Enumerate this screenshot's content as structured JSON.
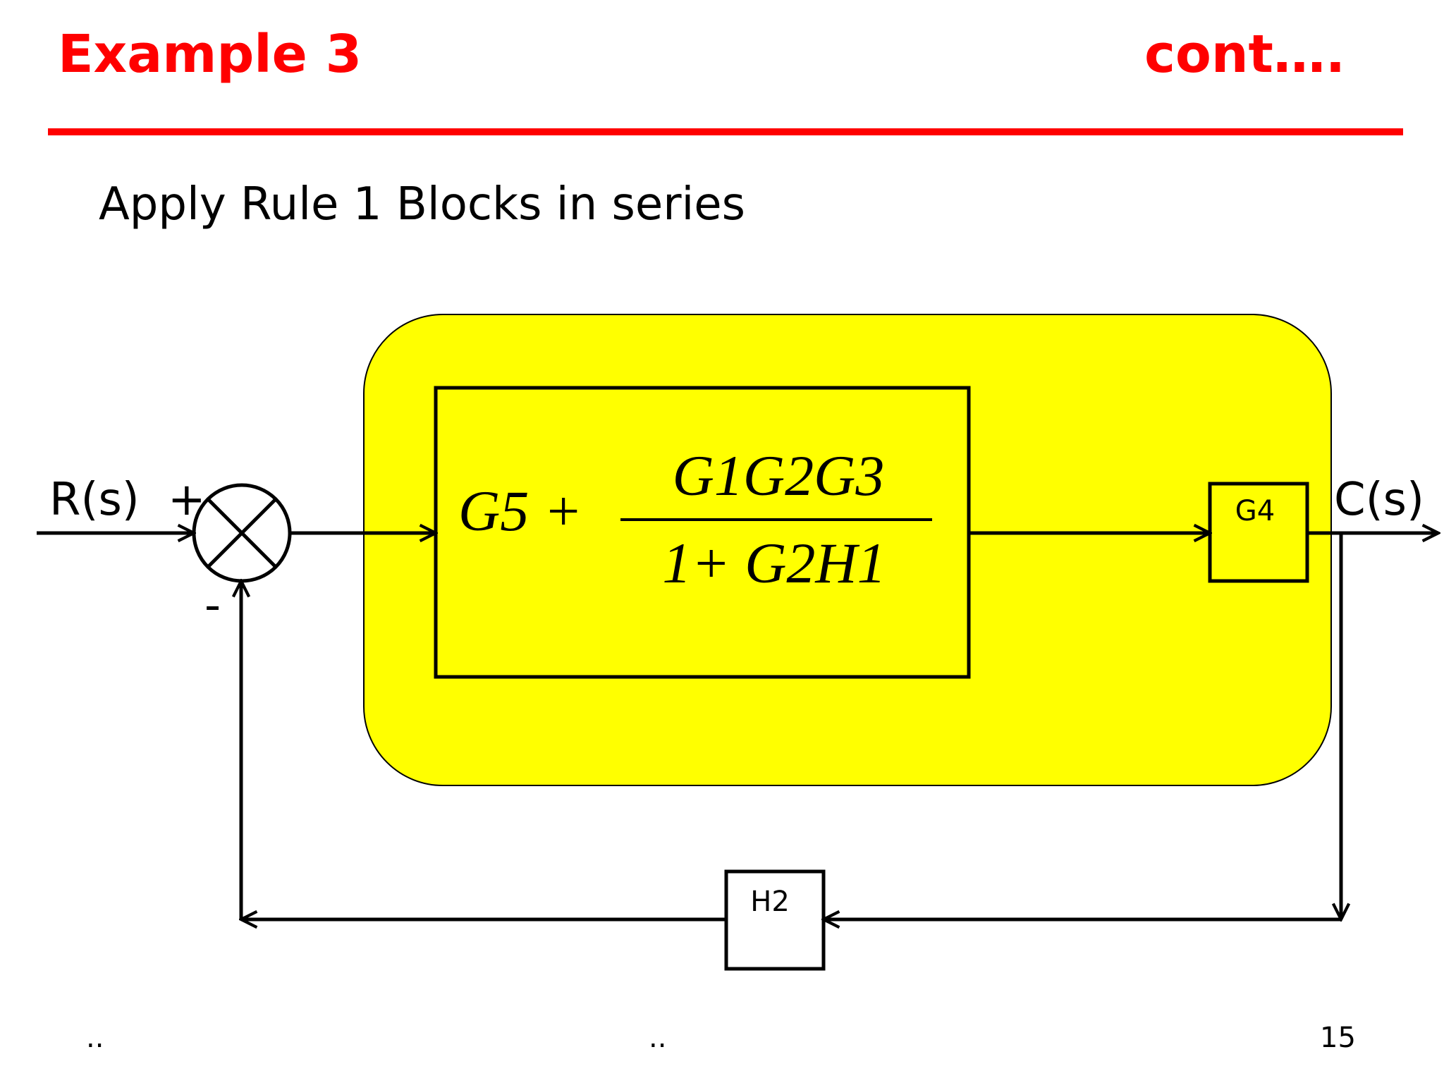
{
  "header": {
    "title": "Example 3",
    "title_right": "cont…."
  },
  "subtitle": {
    "rule": "Apply Rule 1",
    "desc": "Blocks in series"
  },
  "diagram": {
    "input_label": "R(s)",
    "output_label": "C(s)",
    "plus_sign": "+",
    "minus_sign": "-",
    "main_block": {
      "prefix": "G5 +",
      "numerator": "G1G2G3",
      "denominator": "1+ G2H1"
    },
    "block_g4": "G4",
    "block_h2": "H2"
  },
  "footer": {
    "left": "..",
    "middle": "..",
    "page_number": "15"
  },
  "colors": {
    "title_red": "#ff0000",
    "highlight_yellow": "#ffff00"
  }
}
